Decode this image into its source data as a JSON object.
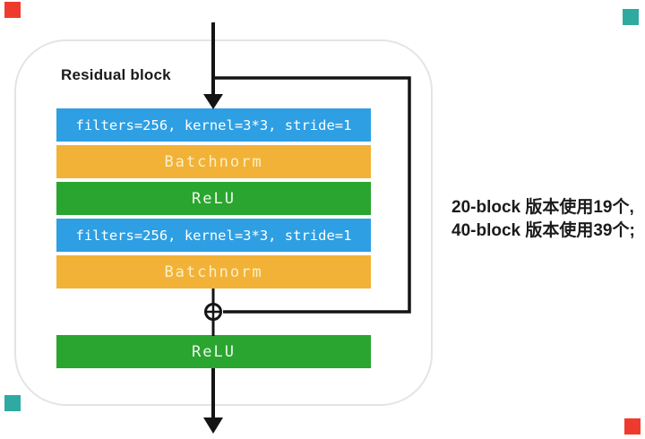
{
  "diagram": {
    "title": "Residual block",
    "layers": [
      {
        "type": "conv",
        "label": "filters=256, kernel=3*3, stride=1"
      },
      {
        "type": "batchnorm",
        "label": "Batchnorm"
      },
      {
        "type": "relu",
        "label": "ReLU"
      },
      {
        "type": "conv",
        "label": "filters=256, kernel=3*3, stride=1"
      },
      {
        "type": "batchnorm",
        "label": "Batchnorm"
      }
    ],
    "output_layer": {
      "type": "relu",
      "label": "ReLU"
    },
    "add_symbol": "⊕"
  },
  "annotation": {
    "line1": "20-block 版本使用19个,",
    "line2": "40-block 版本使用39个;"
  },
  "colors": {
    "conv": "#2E9FE3",
    "batchnorm": "#F2B237",
    "relu": "#2AA52F",
    "conv_text": "#FFFFFF",
    "batchnorm_text": "#FCF0C8",
    "relu_text": "#EEF8EC",
    "line": "#141414",
    "container_border": "#E4E4E6",
    "marker_red": "#EF3B2E",
    "marker_teal": "#2EAAA1"
  }
}
